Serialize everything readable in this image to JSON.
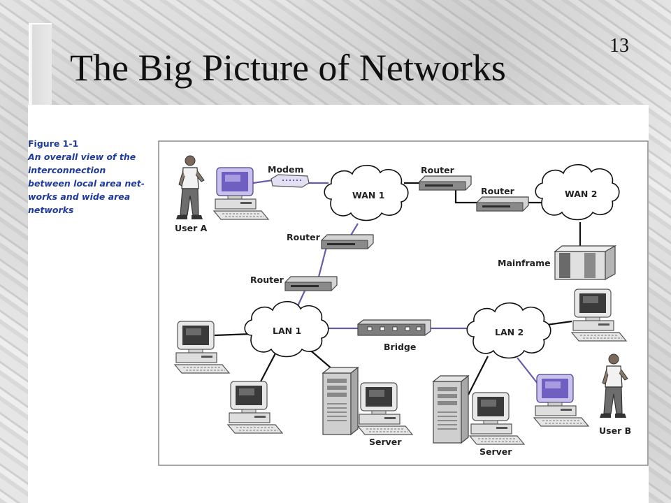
{
  "slide": {
    "number": "13",
    "title": "The Big Picture of Networks"
  },
  "figure": {
    "label": "Figure 1-1",
    "caption": "An overall view of the interconnection between local area net-works and wide area networks",
    "nodes": {
      "modem": "Modem",
      "wan1": "WAN 1",
      "wan2": "WAN 2",
      "router_top": "Router",
      "router_right": "Router",
      "router_mid": "Router",
      "router_low": "Router",
      "mainframe": "Mainframe",
      "user_a": "User A",
      "user_b": "User B",
      "lan1": "LAN 1",
      "lan2": "LAN 2",
      "bridge": "Bridge",
      "server_1": "Server",
      "server_2": "Server"
    }
  },
  "colors": {
    "link_purple": "#6a5aa8",
    "link_black": "#111111",
    "caption_blue": "#1f3a9e"
  }
}
